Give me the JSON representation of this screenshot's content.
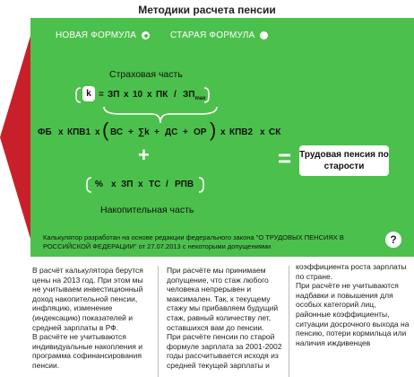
{
  "page": {
    "title": "Методики расчета пенсии"
  },
  "tabs": {
    "new_formula": "НОВАЯ ФОРМУЛА",
    "old_formula": "СТАРАЯ ФОРМУЛА",
    "selected": "new_formula"
  },
  "formula": {
    "insurance_label": "Страховая часть",
    "funded_label": "Накопительная часть",
    "k_row": {
      "k": "k",
      "eq": "=",
      "zp": "ЗП",
      "x1": "x",
      "ten": "10",
      "x2": "x",
      "pk": "ПК",
      "div": "/",
      "zp_max": "ЗП",
      "zp_max_sub": "max"
    },
    "main_row": {
      "fb": "ФБ",
      "x1": "x",
      "kpv1": "КПВ1",
      "x2": "x",
      "vs": "ВС",
      "plus1": "+",
      "sum_k": "∑k",
      "plus2": "+",
      "ds": "ДС",
      "plus3": "+",
      "or": "ОР",
      "x3": "x",
      "kpv2": "КПВ2",
      "x4": "x",
      "sk": "СК"
    },
    "big_plus": "+",
    "equals": "=",
    "funded_row": {
      "pct": "%",
      "x1": "x",
      "zp": "ЗП",
      "x2": "x",
      "ts": "ТС",
      "div": "/",
      "rpv": "РПВ"
    },
    "result_label": "Трудовая пенсия по старости"
  },
  "note": "Калькулятор разработан на основе редакции федерального закона \"О ТРУДОВЫХ ПЕНСИЯХ В РОССИЙСКОЙ ФЕДЕРАЦИИ\" от 27.07.2013 с некоторыми допущениями",
  "help": "?",
  "columns": [
    [
      "В расчёт калькулятора берутся цены на 2013 год. При этом мы не учитываем инвестиционный доход накопительной пенсии, инфляцию, изменение (индексацию) показателей и средней зарплаты в РФ.",
      "В расчёте не учитываются индивидуальные накопления и программа софинансирования пенсии."
    ],
    [
      "При расчёте мы принимаем допущение, что стаж любого человека непрерывен и максимален. Так, к текущему стажу мы прибавляем будущий стаж, равный количеству лет, оставшихся вам до пенсии.",
      "При расчёте пенсии по старой формуле зарплата за 2001-2002 годы рассчитывается исходя из средней текущей зарплаты и"
    ],
    [
      "коэффициента роста зарплаты по стране.",
      "При расчёте не учитываются надбавки и повышения для особых категорий лиц, районные коэффициенты, ситуации досрочного выхода на пенсию, потери кормильца или наличия иждивенцев"
    ]
  ],
  "colors": {
    "panel": "#4cc04c",
    "chevron": "#c8202a"
  }
}
